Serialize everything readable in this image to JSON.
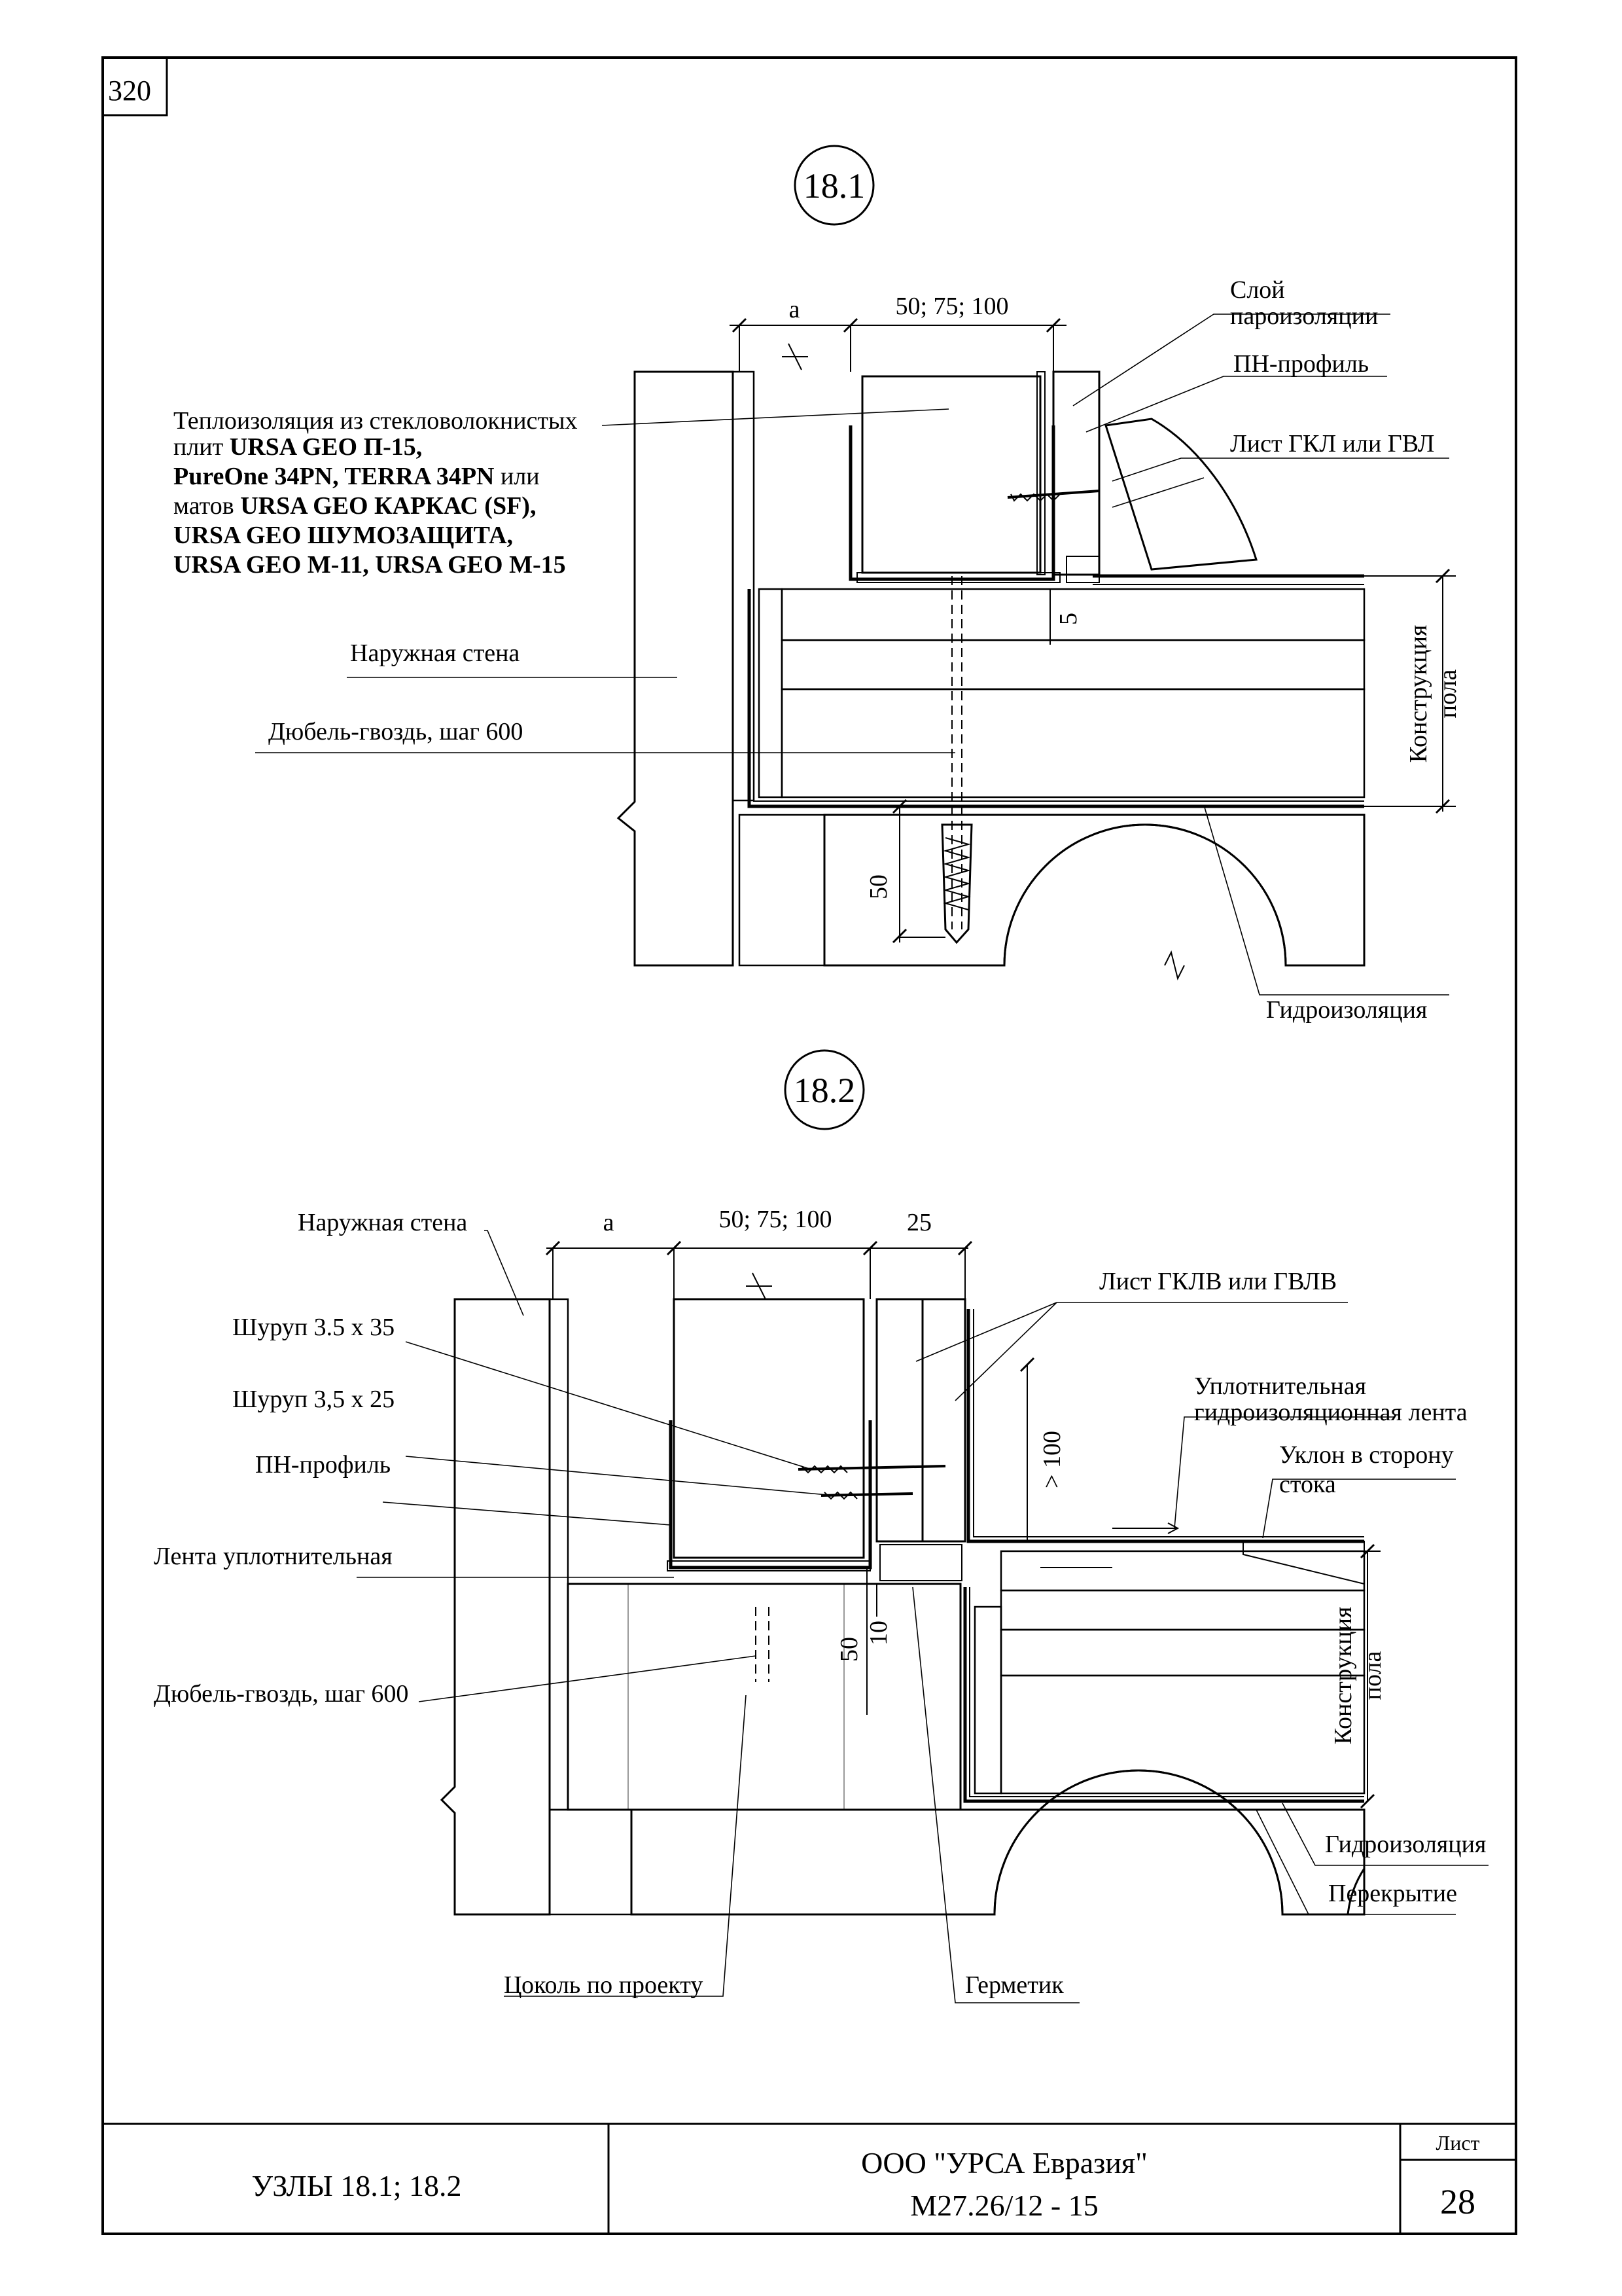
{
  "page_number": "320",
  "node_18_1": {
    "marker": "18.1",
    "dim_a": "а",
    "dim_thickness": "50; 75; 100",
    "dim_5": "5",
    "dim_50": "50",
    "floor_construction": [
      "Конструкция",
      "пола"
    ],
    "label_vapor": [
      "Слой",
      "пароизоляции"
    ],
    "label_pn_profile": "ПН-профиль",
    "label_gkl": "Лист ГКЛ или ГВЛ",
    "label_insulation": [
      {
        "text": "Теплоизоляция из стекловолокнистых",
        "bold": false
      },
      {
        "parts": [
          {
            "t": "плит ",
            "b": false
          },
          {
            "t": "URSA GEO П-15,",
            "b": true
          }
        ]
      },
      {
        "parts": [
          {
            "t": "PureOne 34PN, TERRA 34PN",
            "b": true
          },
          {
            "t": " или",
            "b": false
          }
        ]
      },
      {
        "parts": [
          {
            "t": "матов ",
            "b": false
          },
          {
            "t": "URSA GEO КАРКАС (SF),",
            "b": true
          }
        ]
      },
      {
        "parts": [
          {
            "t": "URSA GEO ШУМОЗАЩИТА,",
            "b": true
          }
        ]
      },
      {
        "parts": [
          {
            "t": "URSA GEO M-11,  URSA GEO M-15",
            "b": true
          }
        ]
      }
    ],
    "label_outer_wall": "Наружная стена",
    "label_dowel": "Дюбель-гвоздь, шаг 600",
    "label_waterproofing": "Гидроизоляция"
  },
  "node_18_2": {
    "marker": "18.2",
    "dim_a": "а",
    "dim_thickness": "50; 75; 100",
    "dim_25": "25",
    "dim_100": "> 100",
    "dim_50": "50",
    "dim_10": "10",
    "floor_construction": [
      "Конструкция",
      "пола"
    ],
    "label_outer_wall": "Наружная стена",
    "label_screw_35": "Шуруп 3.5 х 35",
    "label_screw_25": "Шуруп 3,5 х 25",
    "label_pn_profile": "ПН-профиль",
    "label_tape": "Лента уплотнительная",
    "label_dowel": "Дюбель-гвоздь, шаг 600",
    "label_gklv": "Лист ГКЛВ или ГВЛВ",
    "label_seal_tape": [
      "Уплотнительная",
      "гидроизоляционная лента"
    ],
    "label_slope": [
      "Уклон в сторону",
      "стока"
    ],
    "label_waterproofing": "Гидроизоляция",
    "label_slab": "Перекрытие",
    "label_plinth": "Цоколь по проекту",
    "label_sealant": "Герметик"
  },
  "title_block": {
    "nodes": "УЗЛЫ 18.1; 18.2",
    "company": "ООО \"УРСА Евразия\"",
    "code": "М27.26/12 - 15",
    "sheet_label": "Лист",
    "sheet_number": "28"
  }
}
